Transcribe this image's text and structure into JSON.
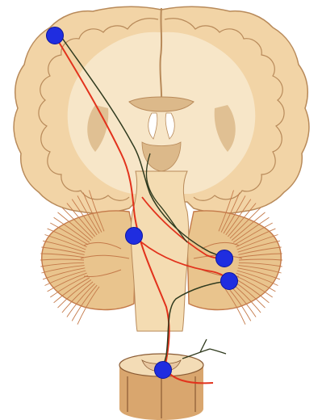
{
  "colors": {
    "background": "#ffffff",
    "cortex": "#f2d4a6",
    "cortex_edge": "#b88a5a",
    "white_matter": "#f7e6c8",
    "deep_nuclei": "#dcb98a",
    "cerebellum": "#e9c48d",
    "cerebellum_folia": "#c47a4a",
    "brainstem": "#f4dcb2",
    "spinal_cord": "#d9a66e",
    "spinal_cord_dark": "#8a5b34",
    "tract_red": "#e2321c",
    "tract_dark": "#2f3a1e",
    "marker_fill": "#1f2de0",
    "marker_stroke": "#0c159e"
  },
  "markers": [
    {
      "id": "motor-cortex"
    },
    {
      "id": "pons"
    },
    {
      "id": "cerebellar-cortex-upper"
    },
    {
      "id": "cerebellar-cortex-lower"
    },
    {
      "id": "spinal-cord"
    }
  ]
}
